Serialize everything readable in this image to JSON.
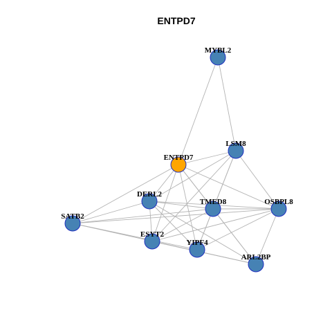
{
  "title": "ENTPD7",
  "colors": {
    "node_fill": "#4682b4",
    "hub_fill": "#ffa500",
    "node_stroke": "#1f2fbf",
    "edge": "#b3b3b3"
  },
  "nodes": [
    {
      "id": "MYBL2",
      "label": "MYBL2",
      "hub": false
    },
    {
      "id": "LSM8",
      "label": "LSM8",
      "hub": false
    },
    {
      "id": "ENTPD7",
      "label": "ENTPD7",
      "hub": true
    },
    {
      "id": "DERL2",
      "label": "DERL2",
      "hub": false
    },
    {
      "id": "TMED8",
      "label": "TMED8",
      "hub": false
    },
    {
      "id": "OSBPL8",
      "label": "OSBPL8",
      "hub": false
    },
    {
      "id": "SATB2",
      "label": "SATB2",
      "hub": false
    },
    {
      "id": "ESYT2",
      "label": "ESYT2",
      "hub": false
    },
    {
      "id": "YIPF4",
      "label": "YIPF4",
      "hub": false
    },
    {
      "id": "ARL2BP",
      "label": "ARL2BP",
      "hub": false
    }
  ],
  "edges": [
    [
      "MYBL2",
      "ENTPD7"
    ],
    [
      "MYBL2",
      "LSM8"
    ],
    [
      "ENTPD7",
      "LSM8"
    ],
    [
      "ENTPD7",
      "DERL2"
    ],
    [
      "ENTPD7",
      "TMED8"
    ],
    [
      "ENTPD7",
      "OSBPL8"
    ],
    [
      "ENTPD7",
      "SATB2"
    ],
    [
      "ENTPD7",
      "ESYT2"
    ],
    [
      "ENTPD7",
      "YIPF4"
    ],
    [
      "ENTPD7",
      "ARL2BP"
    ],
    [
      "LSM8",
      "DERL2"
    ],
    [
      "LSM8",
      "TMED8"
    ],
    [
      "LSM8",
      "OSBPL8"
    ],
    [
      "LSM8",
      "ESYT2"
    ],
    [
      "LSM8",
      "YIPF4"
    ],
    [
      "DERL2",
      "TMED8"
    ],
    [
      "DERL2",
      "OSBPL8"
    ],
    [
      "DERL2",
      "SATB2"
    ],
    [
      "DERL2",
      "ESYT2"
    ],
    [
      "DERL2",
      "YIPF4"
    ],
    [
      "DERL2",
      "ARL2BP"
    ],
    [
      "TMED8",
      "OSBPL8"
    ],
    [
      "TMED8",
      "SATB2"
    ],
    [
      "TMED8",
      "ESYT2"
    ],
    [
      "TMED8",
      "YIPF4"
    ],
    [
      "TMED8",
      "ARL2BP"
    ],
    [
      "OSBPL8",
      "SATB2"
    ],
    [
      "OSBPL8",
      "ESYT2"
    ],
    [
      "OSBPL8",
      "YIPF4"
    ],
    [
      "OSBPL8",
      "ARL2BP"
    ],
    [
      "SATB2",
      "YIPF4"
    ],
    [
      "SATB2",
      "ARL2BP"
    ],
    [
      "ESYT2",
      "ARL2BP"
    ]
  ]
}
